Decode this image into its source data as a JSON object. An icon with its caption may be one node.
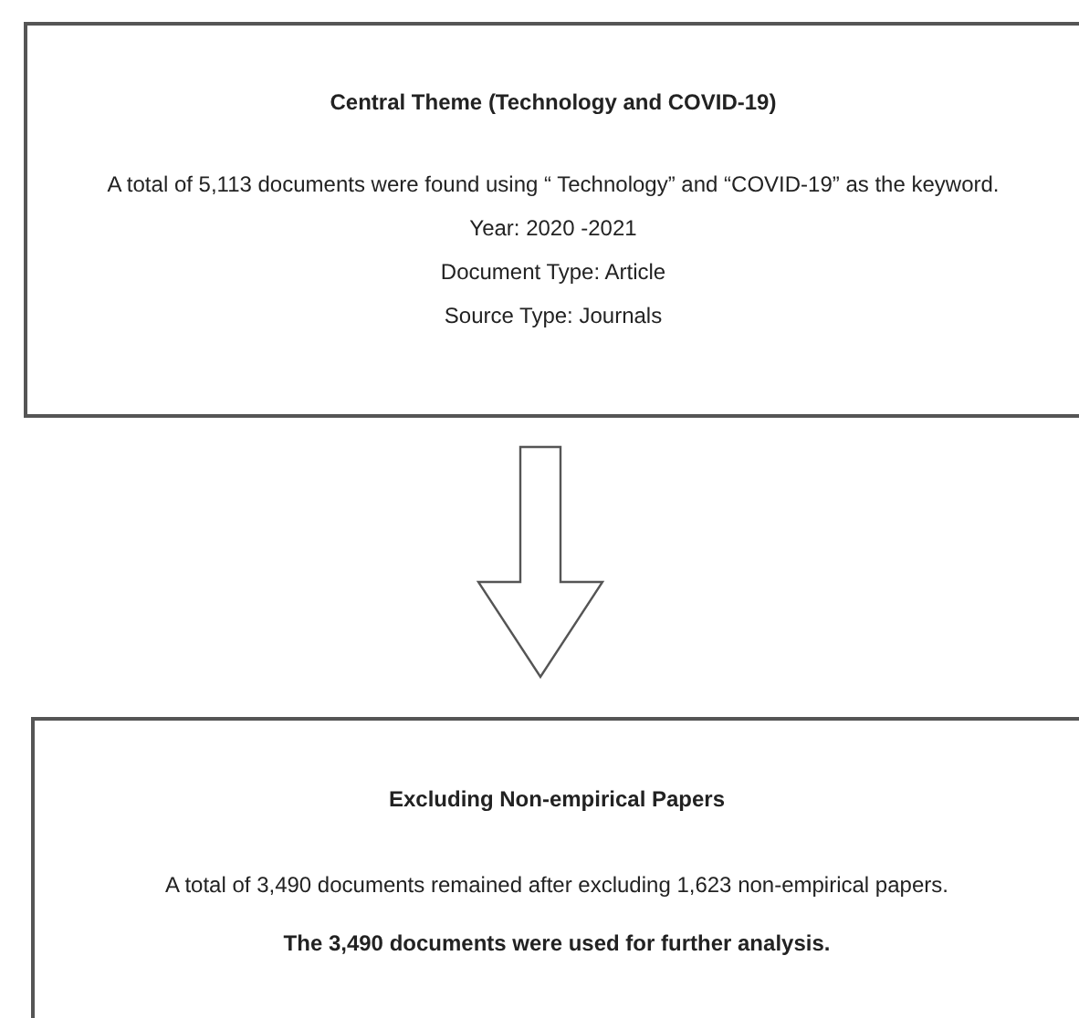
{
  "diagram": {
    "nodes": [
      {
        "text": [
          "Central Theme (Technology and COVID-19)",
          "A total of 5,113 documents were found using “ Technology” and “COVID-19” as the keyword.",
          "Year: 2020 -2021",
          "Document Type: Article",
          "Source Type: Journals"
        ]
      },
      {
        "text": [
          "Excluding Non-empirical Papers",
          "A total of  3,490 documents remained after excluding 1,623 non-empirical papers.",
          "The 3,490 documents were used for further analysis."
        ]
      }
    ],
    "edges": [
      {
        "from": 0,
        "to": 1,
        "arrow": "to"
      }
    ]
  }
}
